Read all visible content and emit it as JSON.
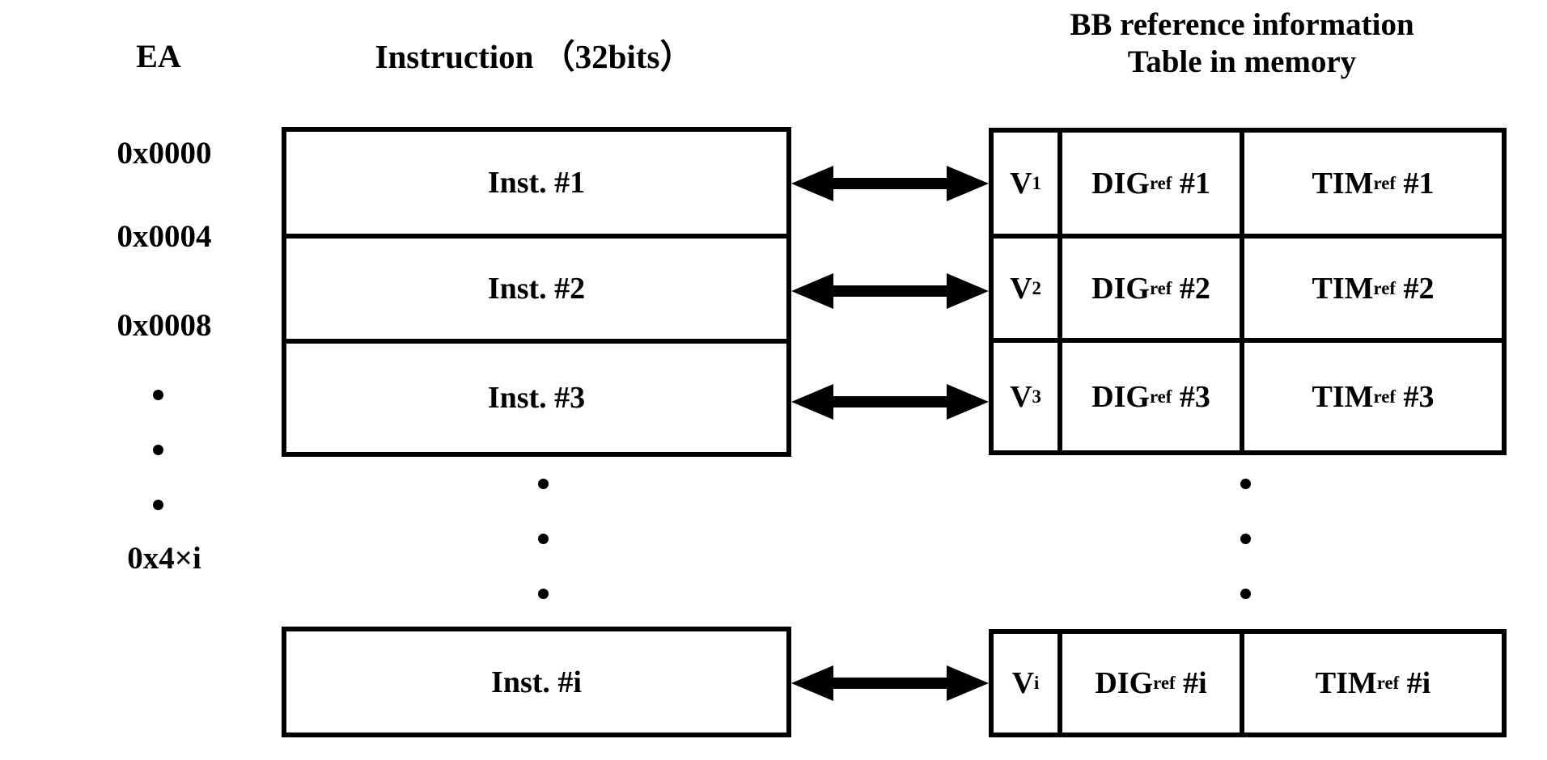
{
  "headers": {
    "ea": "EA",
    "instruction": "Instruction （32bits）",
    "table_line1": "BB reference information",
    "table_line2": "Table in memory"
  },
  "addresses": [
    {
      "label": "0x0000"
    },
    {
      "label": "0x0004"
    },
    {
      "label": "0x0008"
    },
    {
      "label": "0x4×i"
    }
  ],
  "instructions": [
    {
      "label": "Inst. #1"
    },
    {
      "label": "Inst. #2"
    },
    {
      "label": "Inst. #3"
    },
    {
      "label": "Inst. #i"
    }
  ],
  "bb_table": {
    "rows": [
      {
        "valid": "V",
        "valid_sub": "1",
        "dig": "DIG",
        "dig_sub": "ref",
        "dig_num": "#1",
        "tim": "TIM",
        "tim_sub": "ref",
        "tim_num": "#1"
      },
      {
        "valid": "V",
        "valid_sub": "2",
        "dig": "DIG",
        "dig_sub": "ref",
        "dig_num": "#2",
        "tim": "TIM",
        "tim_sub": "ref",
        "tim_num": "#2"
      },
      {
        "valid": "V",
        "valid_sub": "3",
        "dig": "DIG",
        "dig_sub": "ref",
        "dig_num": "#3",
        "tim": "TIM",
        "tim_sub": "ref",
        "tim_num": "#3"
      },
      {
        "valid": "V",
        "valid_sub": "i",
        "dig": "DIG",
        "dig_sub": "ref",
        "dig_num": "#i",
        "tim": "TIM",
        "tim_sub": "ref",
        "tim_num": "#i"
      }
    ]
  },
  "arrows": {
    "count": 4,
    "style": "double-headed"
  },
  "ellipsis": {
    "dot_count": 3,
    "columns": [
      "address",
      "instruction",
      "bb-table"
    ]
  },
  "colors": {
    "foreground": "#000000",
    "background": "#ffffff"
  }
}
